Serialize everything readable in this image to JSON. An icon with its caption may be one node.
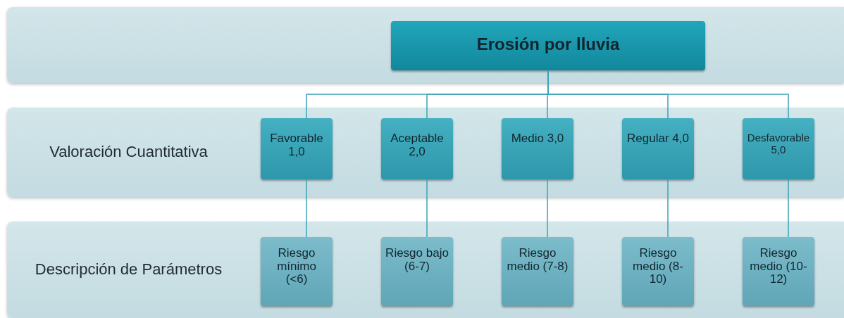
{
  "diagram": {
    "nodes": [
      {
        "text": [],
        "shape": "band"
      },
      {
        "text": [
          "Erosión por lluvia"
        ],
        "in": 0
      },
      {
        "text": [
          "Valoración Cuantitativa"
        ]
      },
      {
        "text": [
          "Favorable 1,0"
        ],
        "in": 2
      },
      {
        "text": [
          "Aceptable 2,0"
        ],
        "in": 2
      },
      {
        "text": [
          "Medio 3,0"
        ],
        "in": 2
      },
      {
        "text": [
          "Regular 4,0"
        ],
        "in": 2
      },
      {
        "text": [
          "Desfavorable 5,0"
        ],
        "in": 2
      },
      {
        "text": [
          "Descripción de Parámetros"
        ]
      },
      {
        "text": [
          "Riesgo mínimo (<6)"
        ],
        "in": 8
      },
      {
        "text": [
          "Riesgo bajo (6-7)"
        ],
        "in": 8
      },
      {
        "text": [
          "Riesgo medio (7-8)"
        ],
        "in": 8
      },
      {
        "text": [
          "Riesgo medio (8-10)"
        ],
        "in": 8
      },
      {
        "text": [
          "Riesgo medio (10-12)"
        ],
        "in": 8
      }
    ],
    "edges": [
      {
        "from": 1,
        "to": 3,
        "arrow": "none"
      },
      {
        "from": 1,
        "to": 4,
        "arrow": "none"
      },
      {
        "from": 1,
        "to": 5,
        "arrow": "none"
      },
      {
        "from": 1,
        "to": 6,
        "arrow": "none"
      },
      {
        "from": 1,
        "to": 7,
        "arrow": "none"
      },
      {
        "from": 3,
        "to": 9,
        "arrow": "none"
      },
      {
        "from": 4,
        "to": 10,
        "arrow": "none"
      },
      {
        "from": 5,
        "to": 11,
        "arrow": "none"
      },
      {
        "from": 6,
        "to": 12,
        "arrow": "none"
      },
      {
        "from": 7,
        "to": 13,
        "arrow": "none"
      }
    ]
  }
}
